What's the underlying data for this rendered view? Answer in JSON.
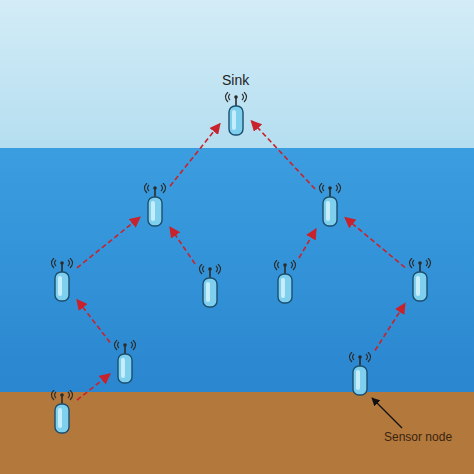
{
  "diagram": {
    "nodes": [
      {
        "text": [
          "Sink"
        ]
      },
      {
        "text": []
      },
      {
        "text": []
      },
      {
        "text": []
      },
      {
        "text": []
      },
      {
        "text": []
      },
      {
        "text": []
      },
      {
        "text": []
      },
      {
        "text": []
      },
      {
        "text": []
      }
    ],
    "edges": [
      {
        "from": 1,
        "to": 0,
        "arrow": "to"
      },
      {
        "from": 2,
        "to": 0,
        "arrow": "to"
      },
      {
        "from": 3,
        "to": 1,
        "arrow": "to"
      },
      {
        "from": 4,
        "to": 1,
        "arrow": "to"
      },
      {
        "from": 5,
        "to": 2,
        "arrow": "to"
      },
      {
        "from": 6,
        "to": 2,
        "arrow": "to"
      },
      {
        "from": 7,
        "to": 3,
        "arrow": "to"
      },
      {
        "from": 9,
        "to": 7,
        "arrow": "to"
      },
      {
        "from": 8,
        "to": 6,
        "arrow": "to"
      }
    ],
    "labels": [
      "Sensor node"
    ]
  }
}
